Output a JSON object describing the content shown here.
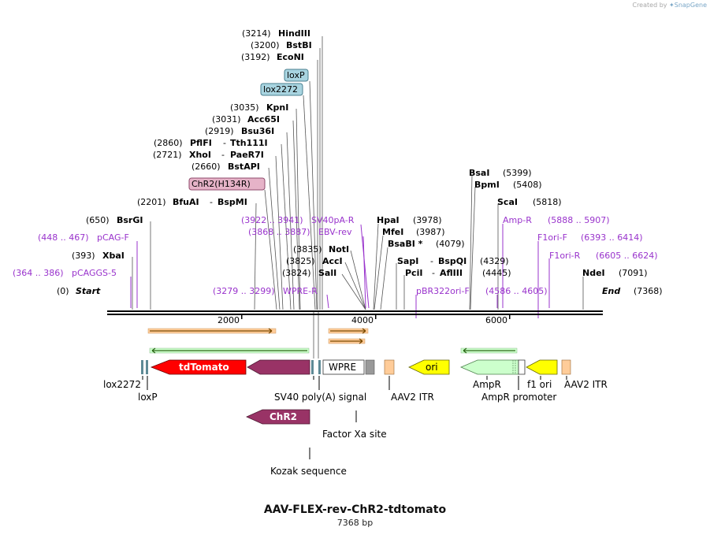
{
  "credit": {
    "prefix": "Created by",
    "brand": "SnapGene"
  },
  "map": {
    "title": "AAV-FLEX-rev-ChR2-tdtomato",
    "length_label": "7368 bp",
    "length_bp": 7368
  },
  "colors": {
    "enzyme_text": "#000000",
    "primer_text": "#9933cc",
    "backbone": "#000000",
    "tdTomato": "#ff0000",
    "ChR2": "#993366",
    "ori": "#ffff00",
    "f1_ori": "#ffff00",
    "AmpR": "#ccffcc",
    "ITR": "#ffcc99",
    "loxP_box": "#a8d4e0",
    "ChR2_box": "#e6b3c8",
    "orf_orange": "#ff9900",
    "orf_green": "#66cc00"
  },
  "enzymes": [
    {
      "name": "HindIII",
      "pos": "(3214)"
    },
    {
      "name": "BstBI",
      "pos": "(3200)"
    },
    {
      "name": "EcoNI",
      "pos": "(3192)"
    },
    {
      "name": "KpnI",
      "pos": "(3035)"
    },
    {
      "name": "Acc65I",
      "pos": "(3031)"
    },
    {
      "name": "Bsu36I",
      "pos": "(2919)"
    },
    {
      "name": "PflFI",
      "name2": "Tth111I",
      "pos": "(2860)"
    },
    {
      "name": "XhoI",
      "name2": "PaeR7I",
      "pos": "(2721)"
    },
    {
      "name": "BstAPI",
      "pos": "(2660)"
    },
    {
      "name": "BfuAI",
      "name2": "BspMI",
      "pos": "(2201)"
    },
    {
      "name": "BsrGI",
      "pos": "(650)"
    },
    {
      "name": "XbaI",
      "pos": "(393)"
    },
    {
      "name": "NotI",
      "pos": "(3835)"
    },
    {
      "name": "AccI",
      "pos": "(3825)"
    },
    {
      "name": "SalI",
      "pos": "(3824)"
    },
    {
      "name": "HpaI",
      "pos": "(3978)"
    },
    {
      "name": "MfeI",
      "pos": "(3987)"
    },
    {
      "name": "BsaBI *",
      "pos": "(4079)"
    },
    {
      "name": "SapI",
      "name2": "BspQI",
      "pos": "(4329)"
    },
    {
      "name": "PciI",
      "name2": "AflIII",
      "pos": "(4445)"
    },
    {
      "name": "BsaI",
      "pos": "(5399)"
    },
    {
      "name": "BpmI",
      "pos": "(5408)"
    },
    {
      "name": "ScaI",
      "pos": "(5818)"
    },
    {
      "name": "NdeI",
      "pos": "(7091)"
    }
  ],
  "ends": {
    "start": "Start",
    "start_pos": "(0)",
    "end": "End",
    "end_pos": "(7368)"
  },
  "primers": [
    {
      "name": "pCAG-F",
      "range": "(448 .. 467)"
    },
    {
      "name": "pCAGGS-5",
      "range": "(364 .. 386)"
    },
    {
      "name": "SV40pA-R",
      "range": "(3922 .. 3941)"
    },
    {
      "name": "EBV-rev",
      "range": "(3868 .. 3887)"
    },
    {
      "name": "WPRE-R",
      "range": "(3279 .. 3299)"
    },
    {
      "name": "Amp-R",
      "range": "(5888 .. 5907)"
    },
    {
      "name": "F1ori-F",
      "range": "(6393 .. 6414)"
    },
    {
      "name": "F1ori-R",
      "range": "(6605 .. 6624)"
    },
    {
      "name": "pBR322ori-F",
      "range": "(4586 .. 4605)"
    }
  ],
  "boxed_labels": [
    "loxP",
    "lox2272",
    "ChR2(H134R)"
  ],
  "ticks": [
    "2000",
    "4000",
    "6000"
  ],
  "features": {
    "tdTomato": "tdTomato",
    "WPRE": "WPRE",
    "ori": "ori",
    "ChR2": "ChR2"
  },
  "feature_labels": {
    "lox2272": "lox2272",
    "loxP": "loxP",
    "sv40": "SV40 poly(A) signal",
    "aav2_itr_1": "AAV2 ITR",
    "factor_xa": "Factor Xa site",
    "kozak": "Kozak sequence",
    "ampr": "AmpR",
    "ampr_promoter": "AmpR promoter",
    "f1_ori": "f1 ori",
    "aav2_itr_2": "AAV2 ITR"
  }
}
